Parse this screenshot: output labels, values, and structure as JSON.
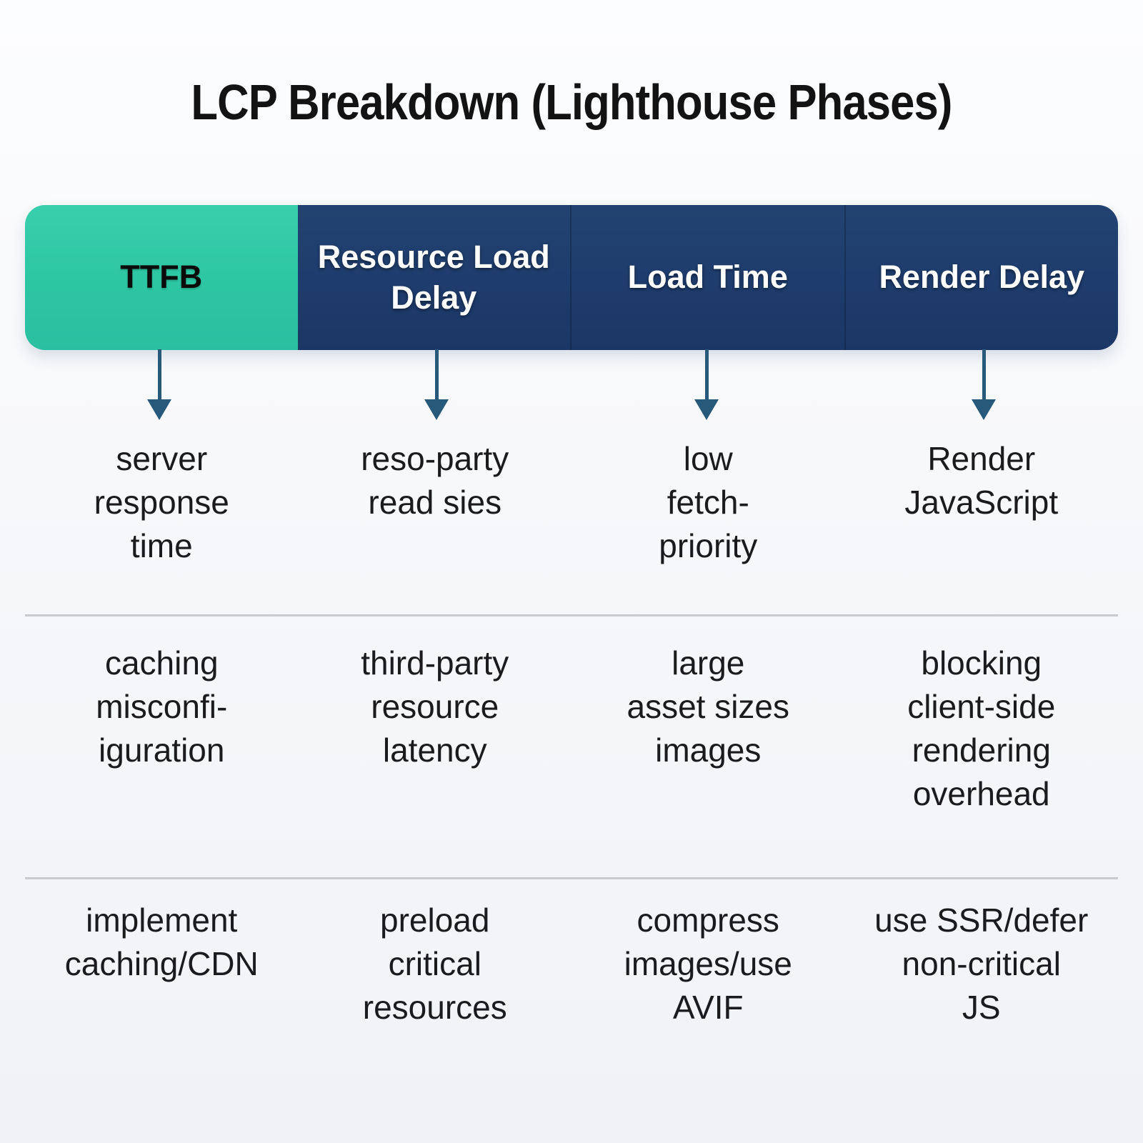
{
  "title": "LCP Breakdown (Lighthouse Phases)",
  "colors": {
    "ttfb_teal": "#2cc6a3",
    "phase_navy": "#1e3c6d",
    "arrow_blue": "#27597a",
    "divider_gray": "#c6c8cc",
    "text_dark": "#1b1b1d",
    "background": "#f5f7fa"
  },
  "icons": {
    "down_arrow": "down-arrow"
  },
  "phases": [
    {
      "label": "TTFB",
      "cause": "server\nresponse\ntime",
      "issue": "caching\nmisconfi-\niguration",
      "fix": "implement\ncaching/CDN"
    },
    {
      "label": "Resource Load Delay",
      "cause": "reso-party\nread sies",
      "issue": "third-party\nresource\nlatency",
      "fix": "preload\ncritical\nresources"
    },
    {
      "label": "Load Time",
      "cause": "low\nfetch-\npriority",
      "issue": "large\nasset sizes\nimages",
      "fix": "compress\nimages/use\nAVIF"
    },
    {
      "label": "Render Delay",
      "cause": "Render\nJavaScript",
      "issue": "blocking\nclient-side\nrendering\noverhead",
      "fix": "use SSR/defer\nnon-critical\nJS"
    }
  ]
}
